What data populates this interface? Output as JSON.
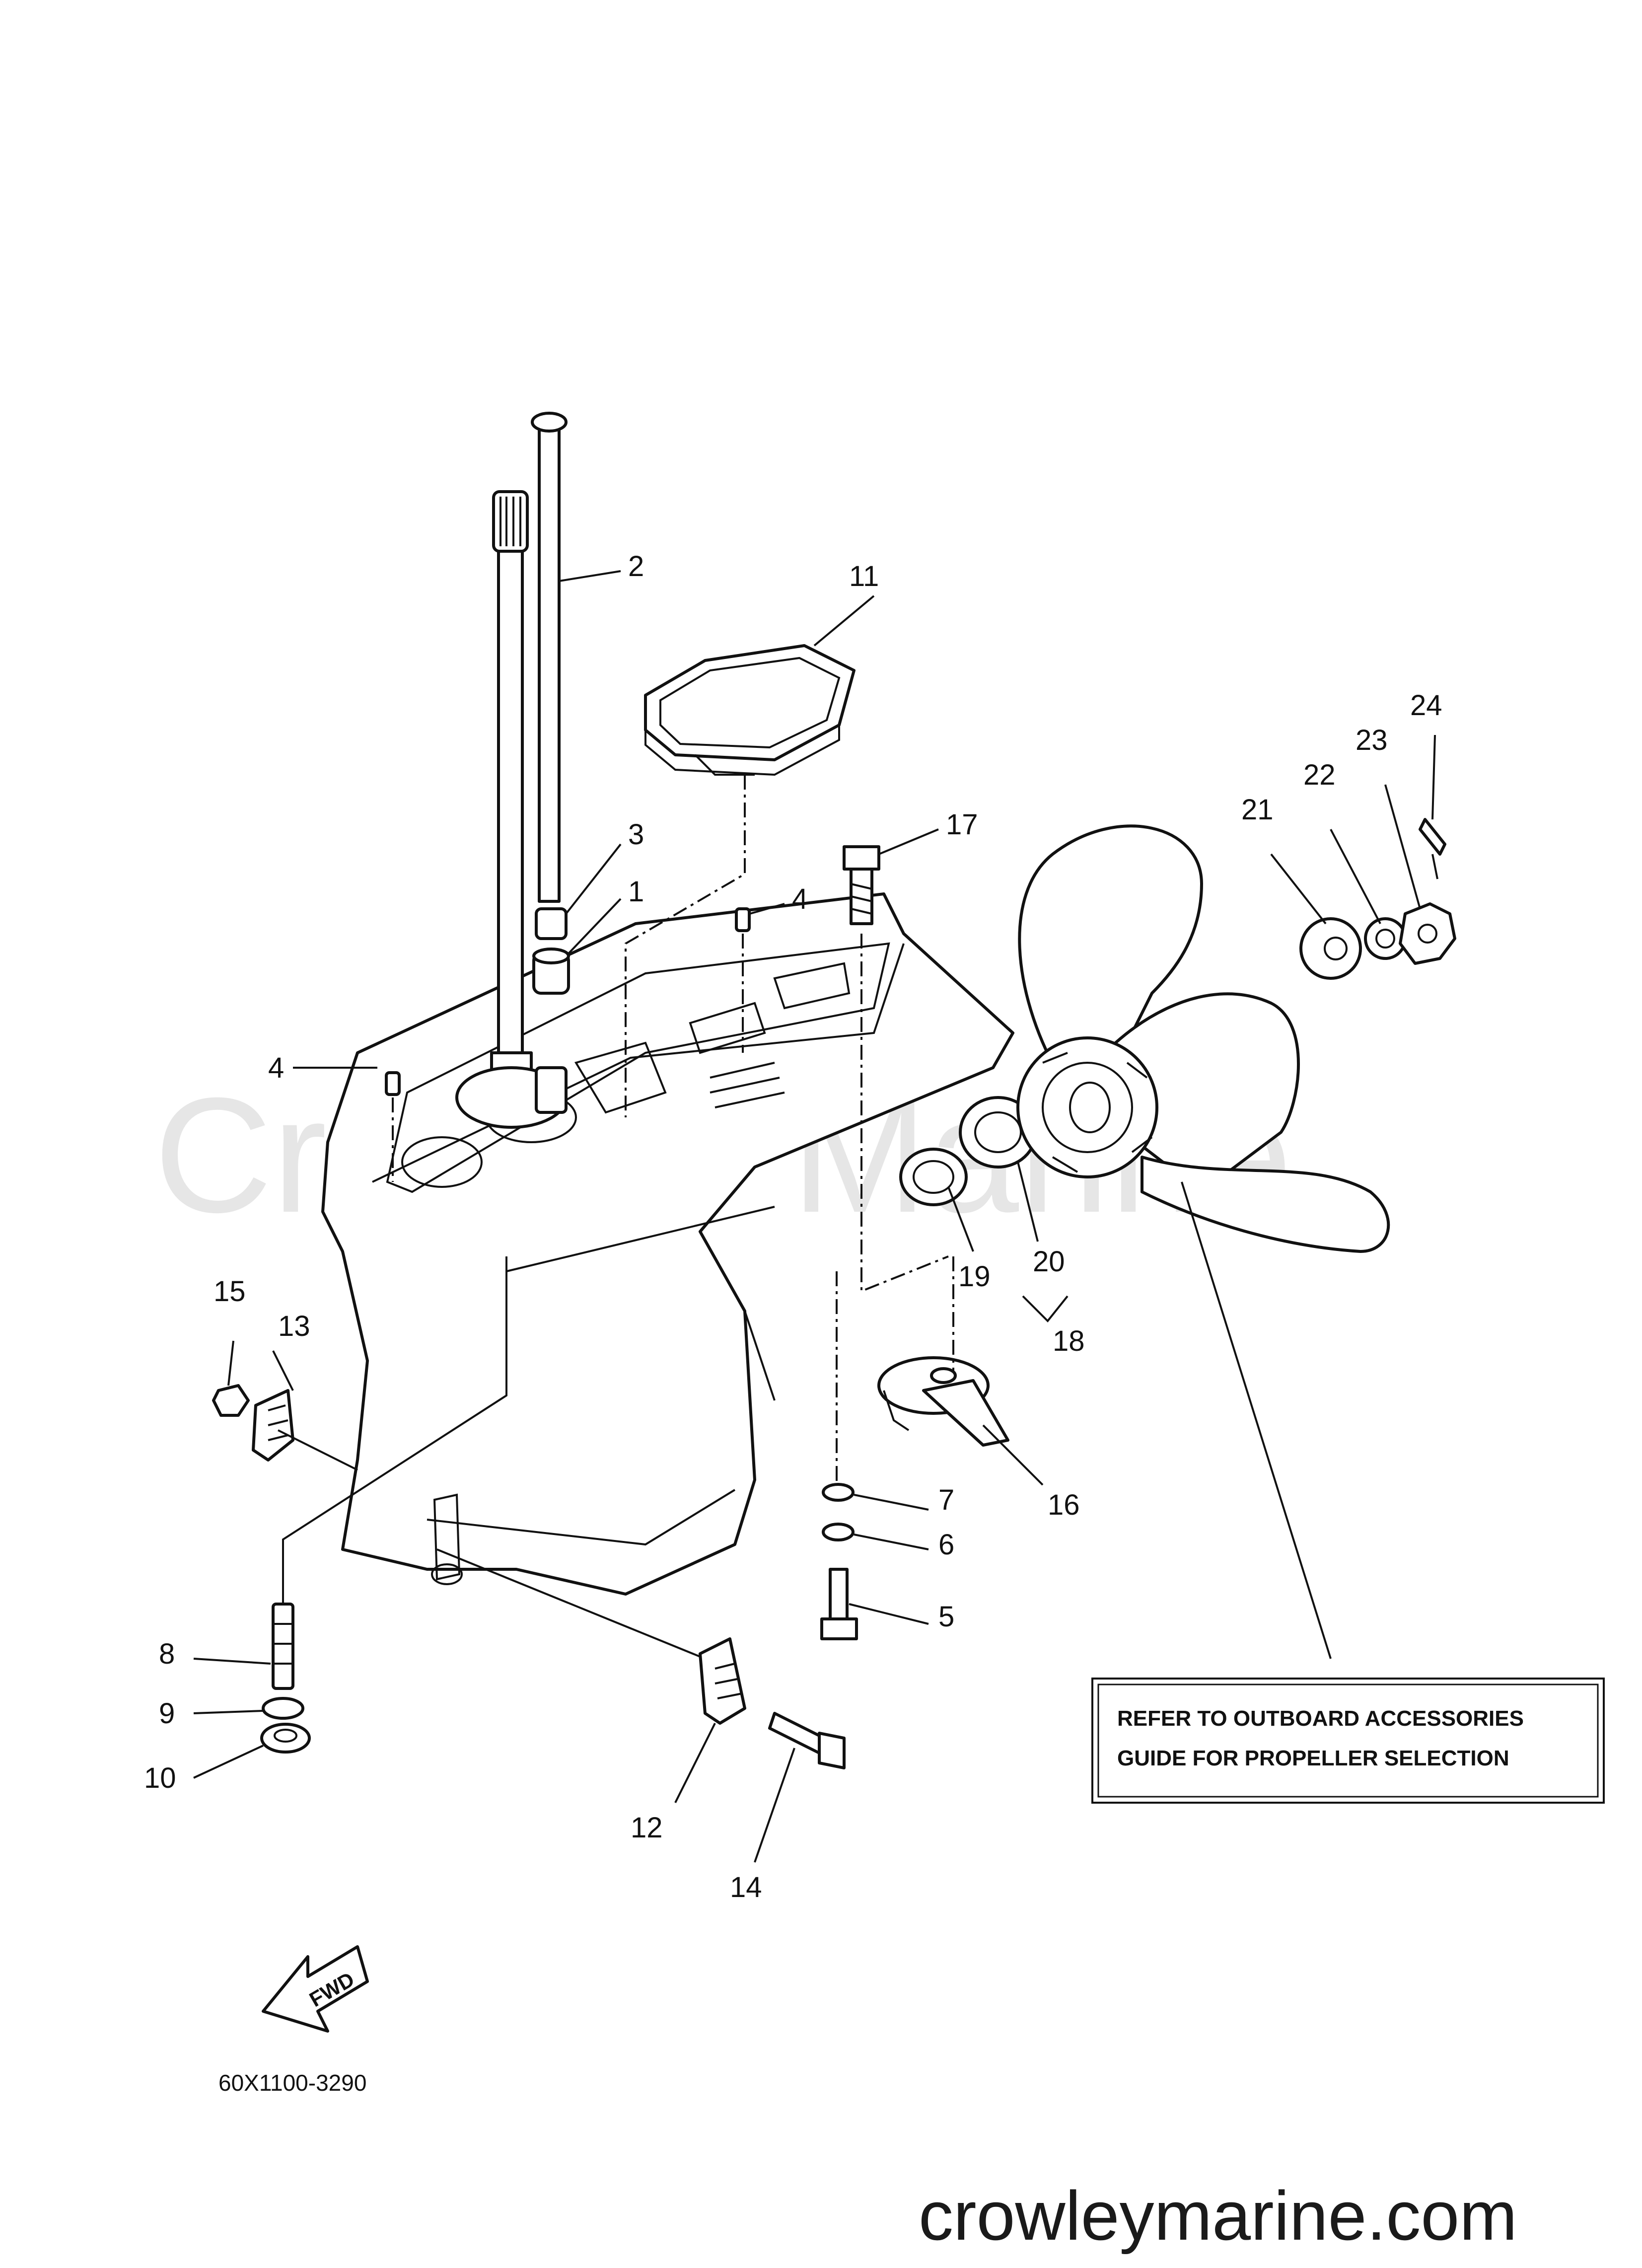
{
  "watermark": "Crowley Marine",
  "footer_site": "crowleymarine.com",
  "diagram_code": "60X1100-3290",
  "fwd_label": "FWD",
  "note": {
    "line1": "REFER TO OUTBOARD ACCESSORIES",
    "line2": "GUIDE  FOR PROPELLER SELECTION"
  },
  "callouts": {
    "c1": "1",
    "c2": "2",
    "c3": "3",
    "c4a": "4",
    "c4b": "4",
    "c5": "5",
    "c6": "6",
    "c7": "7",
    "c8": "8",
    "c9": "9",
    "c10": "10",
    "c11": "11",
    "c12": "12",
    "c13": "13",
    "c14": "14",
    "c15": "15",
    "c16": "16",
    "c17": "17",
    "c18": "18",
    "c19": "19",
    "c20": "20",
    "c21": "21",
    "c22": "22",
    "c23": "23",
    "c24": "24"
  },
  "colors": {
    "line": "#111111",
    "watermark": "#e6e6e6",
    "background": "#ffffff"
  },
  "icons": {
    "fwd_arrow": "fwd-arrow-icon"
  }
}
